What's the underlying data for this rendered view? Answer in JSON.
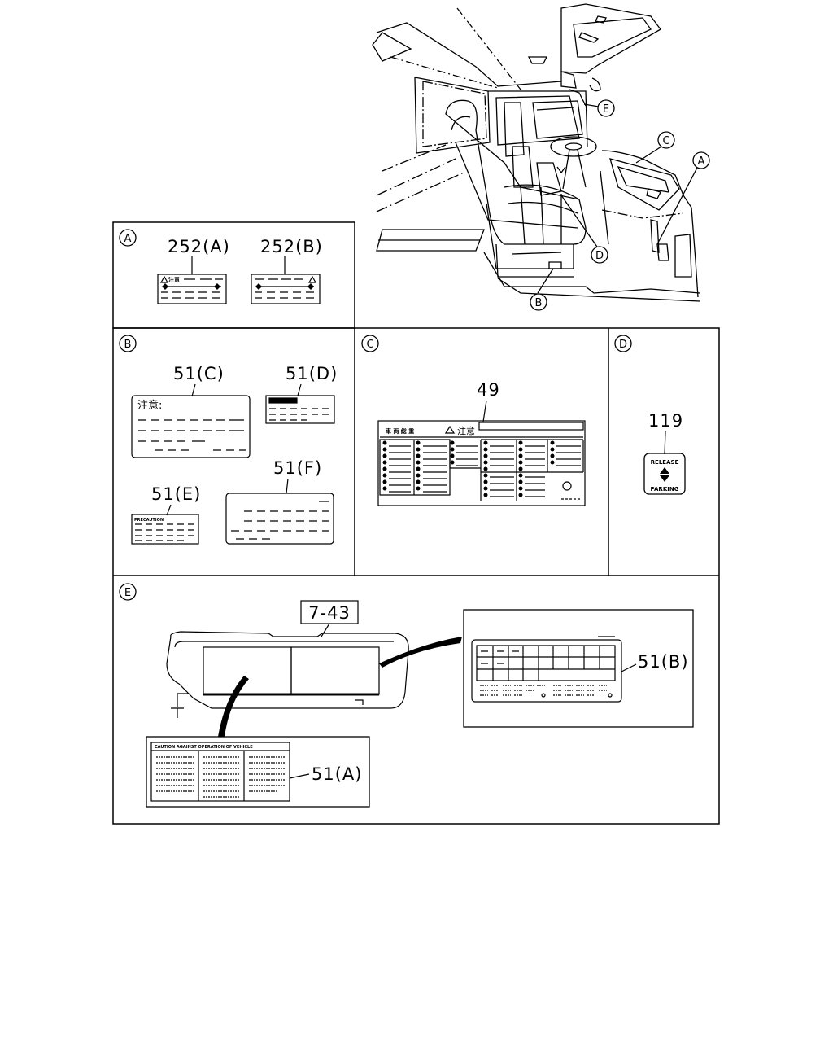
{
  "callout_letters": {
    "a": "A",
    "b": "B",
    "c": "C",
    "d": "D",
    "e": "E"
  },
  "panel_a": {
    "part_1": "252(A)",
    "part_2": "252(B)",
    "label_1_text": "注意"
  },
  "panel_b": {
    "part_c": "51(C)",
    "part_d": "51(D)",
    "part_e": "51(E)",
    "part_f": "51(F)",
    "label_c_heading": "注意:",
    "label_e_heading": "PRECAUTION"
  },
  "panel_c": {
    "part": "49",
    "label_heading_left": "車 両 総 重",
    "label_heading_right": "注意"
  },
  "panel_d": {
    "part": "119",
    "switch_top": "RELEASE",
    "switch_bottom": "PARKING"
  },
  "panel_e": {
    "visor_ref": "7-43",
    "part_a": "51(A)",
    "part_b": "51(B)",
    "label_a_heading": "CAUTION AGAINST OPERATION OF VEHICLE"
  }
}
